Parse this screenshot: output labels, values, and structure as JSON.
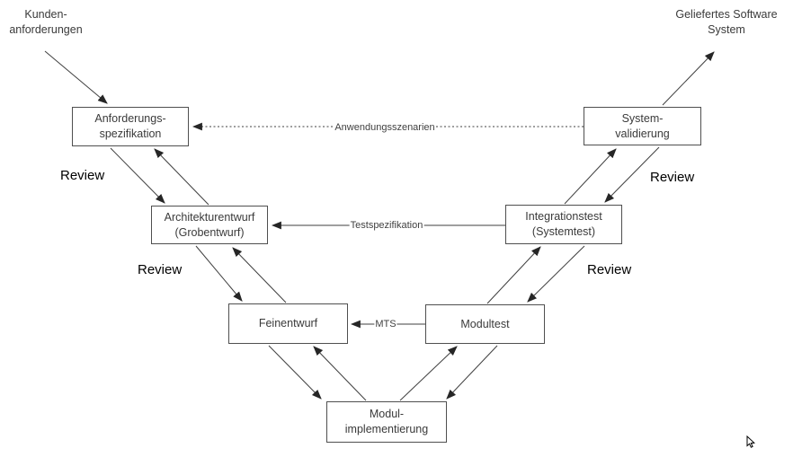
{
  "diagram": {
    "type": "v-model-process-diagram",
    "background": "#ffffff"
  },
  "labels": {
    "customer_requirements": "Kunden-\nanforderungen",
    "delivered_system": "Geliefertes Software\nSystem"
  },
  "boxes": {
    "requirements_spec": "Anforderungs-\nspezifikation",
    "system_validation": "System-\nvalidierung",
    "architecture_design": "Architekturentwurf\n(Grobentwurf)",
    "integration_test": "Integrationstest\n(Systemtest)",
    "detailed_design": "Feinentwurf",
    "module_test": "Modultest",
    "module_implementation": "Modul-\nimplementierung"
  },
  "edge_labels": {
    "application_scenarios": "Anwendungsszenarien",
    "test_specification": "Testspezifikation",
    "module_test_spec": "MTS"
  },
  "review_labels": [
    "Review",
    "Review",
    "Review",
    "Review"
  ],
  "colors": {
    "line": "#3f3f3f",
    "arrowhead": "#262626",
    "box_border": "#4f4f4f",
    "text": "#3a3a3a",
    "review_text": "#000000"
  }
}
